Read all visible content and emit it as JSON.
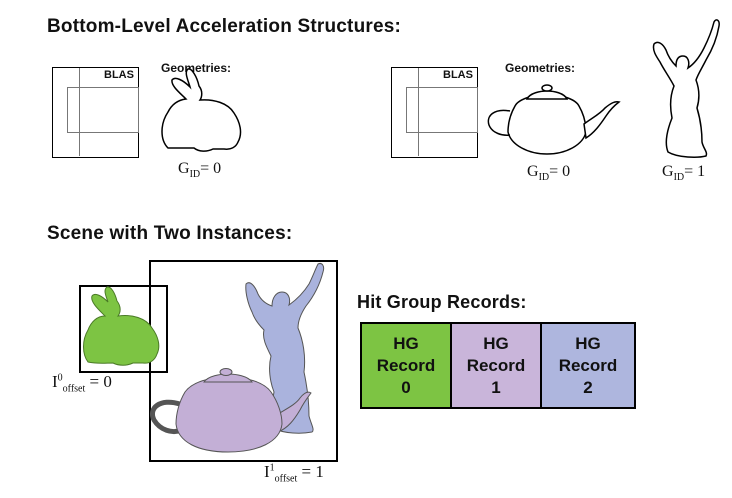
{
  "headings": {
    "blas": "Bottom-Level Acceleration Structures:",
    "scene": "Scene with Two Instances:",
    "hit_group": "Hit Group Records:"
  },
  "blas_groups": [
    {
      "label": "BLAS",
      "geometries_label": "Geometries:",
      "gid_values": [
        "0"
      ]
    },
    {
      "label": "BLAS",
      "geometries_label": "Geometries:",
      "gid_values": [
        "0",
        "1"
      ]
    }
  ],
  "gid": {
    "symbol": "G",
    "subscript": "ID"
  },
  "instances": [
    {
      "symbol": "I",
      "superscript": "0",
      "subscript": "offset",
      "value": "0"
    },
    {
      "symbol": "I",
      "superscript": "1",
      "subscript": "offset",
      "value": "1"
    }
  ],
  "hit_group_records": [
    {
      "line1": "HG",
      "line2": "Record",
      "index": "0",
      "color": "#7dc443"
    },
    {
      "line1": "HG",
      "line2": "Record",
      "index": "1",
      "color": "#c9b5da"
    },
    {
      "line1": "HG",
      "line2": "Record",
      "index": "2",
      "color": "#aeb6de"
    }
  ],
  "shape_colors": {
    "bunny": "#7dc443",
    "teapot": "#c3afd6",
    "statue": "#aab3dd"
  }
}
